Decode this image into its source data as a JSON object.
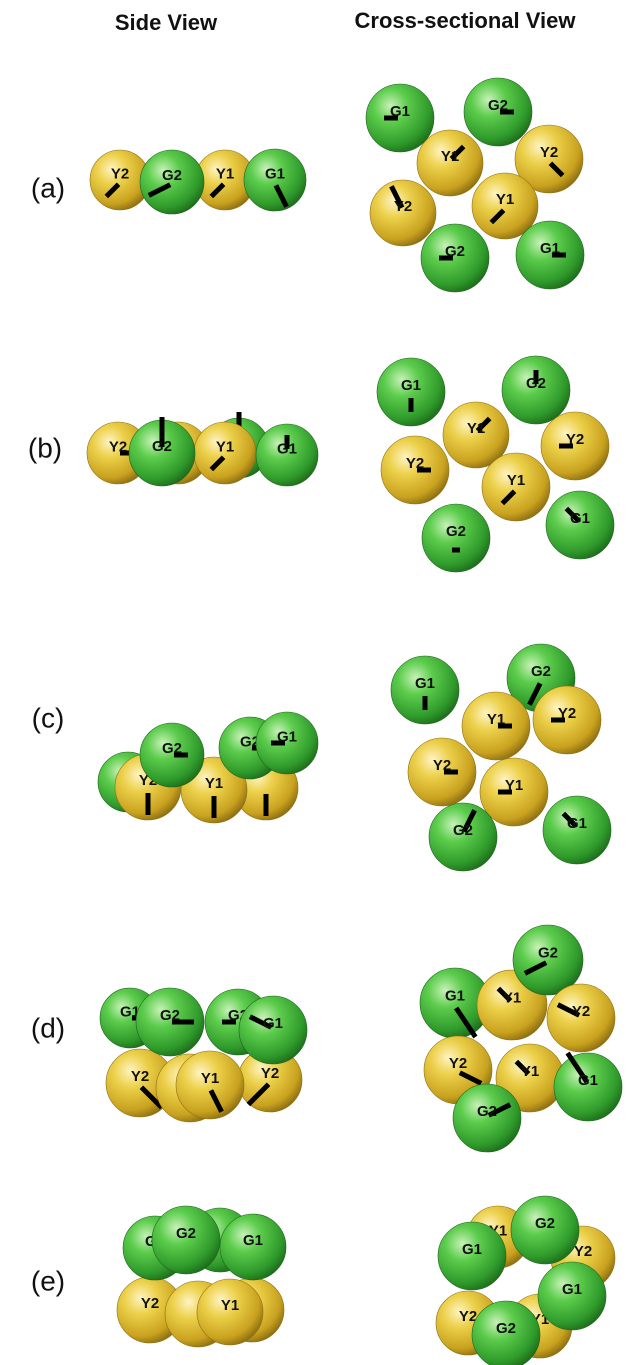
{
  "headers": {
    "side": "Side View",
    "cross": "Cross-sectional View"
  },
  "colors": {
    "green": "#3fb33a",
    "yellow": "#e3c22a",
    "stick": "#000000",
    "text": "#111111"
  },
  "rows": [
    {
      "label": "(a)",
      "side": [
        {
          "t": "Y2",
          "c": "Y",
          "s": [
            -1,
            1
          ]
        },
        {
          "t": "Y1",
          "c": "Y",
          "s": [
            -1,
            1
          ]
        },
        {
          "t": "G2",
          "c": "G",
          "s": [
            -2,
            1
          ]
        },
        {
          "t": "G1",
          "c": "G",
          "s": [
            1,
            2
          ]
        }
      ],
      "cross": [
        {
          "t": "G1",
          "c": "G",
          "s": [
            -1,
            0
          ]
        },
        {
          "t": "G2",
          "c": "G",
          "s": [
            1,
            0
          ]
        },
        {
          "t": "Y1",
          "c": "Y",
          "s": [
            1,
            -1
          ]
        },
        {
          "t": "Y2",
          "c": "Y",
          "s": [
            1,
            1
          ]
        },
        {
          "t": "Y1",
          "c": "Y",
          "s": [
            -1,
            1
          ]
        },
        {
          "t": "Y2",
          "c": "Y",
          "s": [
            -1,
            -2
          ]
        },
        {
          "t": "G2",
          "c": "G",
          "s": [
            -1,
            0
          ]
        },
        {
          "t": "G1",
          "c": "G",
          "s": [
            1,
            0
          ]
        }
      ]
    },
    {
      "label": "(b)",
      "side": [
        {
          "t": "Y2",
          "c": "Y",
          "s": [
            1,
            0
          ]
        },
        {
          "t": "",
          "c": "Y",
          "s": null
        },
        {
          "t": "",
          "c": "G",
          "s": [
            0,
            -3
          ]
        },
        {
          "t": "Y1",
          "c": "Y",
          "s": [
            -1,
            1
          ]
        },
        {
          "t": "G2",
          "c": "G",
          "s": [
            0,
            -3
          ]
        },
        {
          "t": "G1",
          "c": "G",
          "s": [
            0,
            -1
          ]
        }
      ],
      "cross": [
        {
          "t": "G1",
          "c": "G",
          "s": [
            0,
            1
          ]
        },
        {
          "t": "G2",
          "c": "G",
          "s": [
            0,
            -1
          ]
        },
        {
          "t": "Y1",
          "c": "Y",
          "s": [
            1,
            -1
          ]
        },
        {
          "t": "Y2",
          "c": "Y",
          "s": [
            -1,
            0
          ]
        },
        {
          "t": "Y2",
          "c": "Y",
          "s": [
            1,
            0
          ]
        },
        {
          "t": "Y1",
          "c": "Y",
          "s": [
            -1,
            1
          ]
        },
        {
          "t": "G2",
          "c": "G",
          "s": [
            0,
            0
          ]
        },
        {
          "t": "G1",
          "c": "G",
          "s": [
            -1,
            -1
          ]
        }
      ]
    },
    {
      "label": "(c)",
      "side": [
        {
          "t": "G1",
          "c": "G",
          "s": null
        },
        {
          "t": "",
          "c": "Y",
          "s": [
            0,
            2
          ]
        },
        {
          "t": "Y2",
          "c": "Y",
          "s": [
            0,
            2
          ]
        },
        {
          "t": "Y1",
          "c": "Y",
          "s": [
            0,
            2
          ]
        },
        {
          "t": "G2",
          "c": "G",
          "s": [
            1,
            0
          ]
        },
        {
          "t": "G2",
          "c": "G",
          "s": [
            1,
            0
          ]
        },
        {
          "t": "G1",
          "c": "G",
          "s": [
            -1,
            0
          ]
        }
      ],
      "cross": [
        {
          "t": "G1",
          "c": "G",
          "s": [
            0,
            1
          ]
        },
        {
          "t": "G2",
          "c": "G",
          "s": [
            -1,
            2
          ]
        },
        {
          "t": "Y1",
          "c": "Y",
          "s": [
            1,
            0
          ]
        },
        {
          "t": "Y2",
          "c": "Y",
          "s": [
            -1,
            0
          ]
        },
        {
          "t": "Y2",
          "c": "Y",
          "s": [
            1,
            0
          ]
        },
        {
          "t": "Y1",
          "c": "Y",
          "s": [
            -1,
            0
          ]
        },
        {
          "t": "G1",
          "c": "G",
          "s": [
            -1,
            -1
          ]
        },
        {
          "t": "G2",
          "c": "G",
          "s": [
            1,
            -2
          ]
        }
      ]
    },
    {
      "label": "(d)",
      "side": [
        {
          "t": "G1",
          "c": "G",
          "s": [
            1,
            0
          ]
        },
        {
          "t": "Y2",
          "c": "Y",
          "s": [
            2,
            2
          ]
        },
        {
          "t": "",
          "c": "Y",
          "s": null
        },
        {
          "t": "Y2",
          "c": "Y",
          "s": [
            -2,
            2
          ]
        },
        {
          "t": "Y1",
          "c": "Y",
          "s": [
            1,
            2
          ]
        },
        {
          "t": "G2",
          "c": "G",
          "s": [
            2,
            0
          ]
        },
        {
          "t": "G2",
          "c": "G",
          "s": [
            -1,
            0
          ]
        },
        {
          "t": "G1",
          "c": "G",
          "s": [
            -2,
            -1
          ]
        }
      ],
      "cross": [
        {
          "t": "G1",
          "c": "G",
          "s": [
            2,
            3
          ]
        },
        {
          "t": "Y1",
          "c": "Y",
          "s": [
            -1,
            -1
          ]
        },
        {
          "t": "G2",
          "c": "G",
          "s": [
            -2,
            1
          ]
        },
        {
          "t": "Y2",
          "c": "Y",
          "s": [
            -2,
            -1
          ]
        },
        {
          "t": "Y2",
          "c": "Y",
          "s": [
            2,
            1
          ]
        },
        {
          "t": "Y1",
          "c": "Y",
          "s": [
            -1,
            -1
          ]
        },
        {
          "t": "G1",
          "c": "G",
          "s": [
            -2,
            -3
          ]
        },
        {
          "t": "G2",
          "c": "G",
          "s": [
            2,
            -1
          ]
        }
      ]
    },
    {
      "label": "(e)",
      "side": [
        {
          "t": "Y2",
          "c": "Y",
          "s": null
        },
        {
          "t": "",
          "c": "Y",
          "s": null
        },
        {
          "t": "Y2",
          "c": "Y",
          "s": null
        },
        {
          "t": "Y1",
          "c": "Y",
          "s": null
        },
        {
          "t": "G1",
          "c": "G",
          "s": null
        },
        {
          "t": "",
          "c": "G",
          "s": null
        },
        {
          "t": "G2",
          "c": "G",
          "s": null
        },
        {
          "t": "G1",
          "c": "G",
          "s": null
        }
      ],
      "cross": [
        {
          "t": "Y1",
          "c": "Y",
          "s": null
        },
        {
          "t": "Y2",
          "c": "Y",
          "s": null
        },
        {
          "t": "Y2",
          "c": "Y",
          "s": null
        },
        {
          "t": "Y1",
          "c": "Y",
          "s": null
        },
        {
          "t": "G2",
          "c": "G",
          "s": null
        },
        {
          "t": "G1",
          "c": "G",
          "s": null
        },
        {
          "t": "G1",
          "c": "G",
          "s": null
        },
        {
          "t": "G2",
          "c": "G",
          "s": null
        }
      ]
    }
  ]
}
